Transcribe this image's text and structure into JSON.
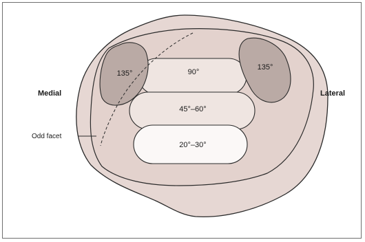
{
  "labels": {
    "medial": "Medial",
    "lateral": "Lateral",
    "odd_facet": "Odd facet"
  },
  "zones": {
    "angle_90": "90°",
    "angle_45_60": "45°–60°",
    "angle_20_30": "20°–30°",
    "angle_135_left": "135°",
    "angle_135_right": "135°"
  },
  "colors": {
    "outer_fill": "#e6d7d3",
    "inner_fill": "#e3d2cd",
    "contact_fill": "#efe5e1",
    "facet_fill": "#baaaa5",
    "lowest_zone_fill": "#fbf8f7",
    "outline": "#2a2a2a"
  }
}
